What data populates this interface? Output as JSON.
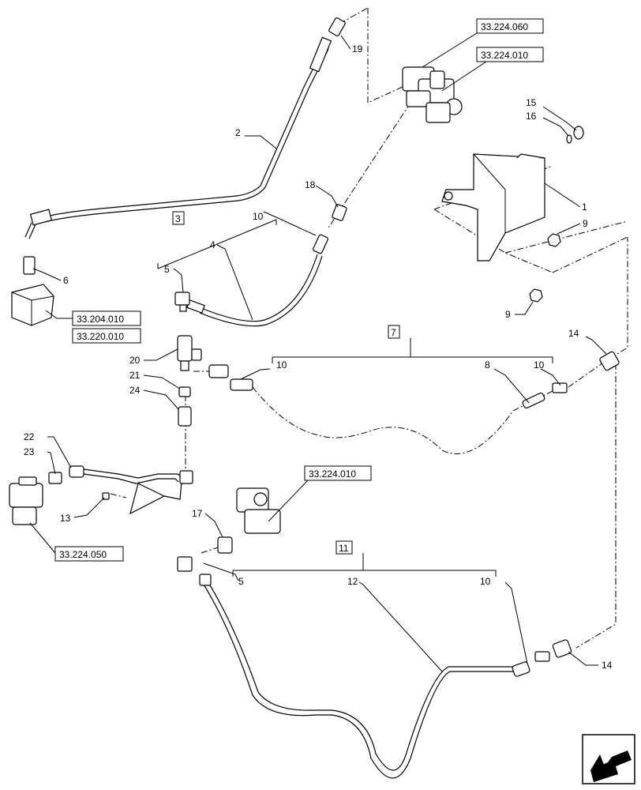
{
  "callouts": {
    "c1": "1",
    "c2": "2",
    "c3": "3",
    "c4": "4",
    "c5a": "5",
    "c5b": "5",
    "c6": "6",
    "c7": "7",
    "c8": "8",
    "c9a": "9",
    "c9b": "9",
    "c10a": "10",
    "c10b": "10",
    "c10c": "10",
    "c10d": "10",
    "c11": "11",
    "c12": "12",
    "c13": "13",
    "c14a": "14",
    "c14b": "14",
    "c15": "15",
    "c16": "16",
    "c17": "17",
    "c18": "18",
    "c19": "19",
    "c20": "20",
    "c21": "21",
    "c22": "22",
    "c23": "23",
    "c24": "24"
  },
  "references": {
    "r1": "33.224.060",
    "r2": "33.224.010",
    "r3": "33.204.010",
    "r4": "33.220.010",
    "r5": "33.224.010",
    "r6": "33.224.050"
  },
  "nav_icon": "arrow-nav-icon"
}
